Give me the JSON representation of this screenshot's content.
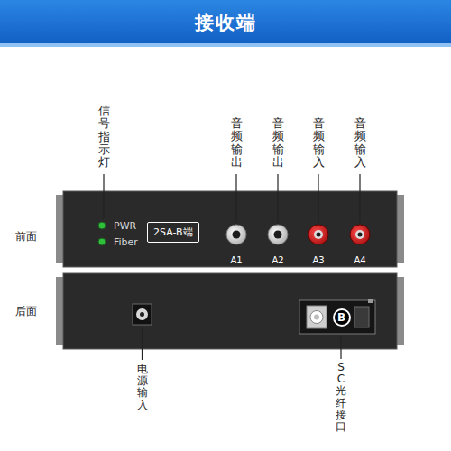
{
  "diagram": {
    "title": "接收端",
    "nodes": [
      {
        "text": [
          "PWR",
          "Fiber",
          "A1",
          "A2",
          "A3",
          "A4"
        ]
      },
      {
        "text": [
          "2SA-B端"
        ],
        "in": 0
      },
      {
        "text": [
          "B"
        ]
      }
    ],
    "labels": [
      "信号指示灯",
      "音频输出",
      "音频输出",
      "音频输入",
      "音频输入",
      "前面",
      "后面",
      "电源输入",
      "SC光纤接口"
    ]
  }
}
